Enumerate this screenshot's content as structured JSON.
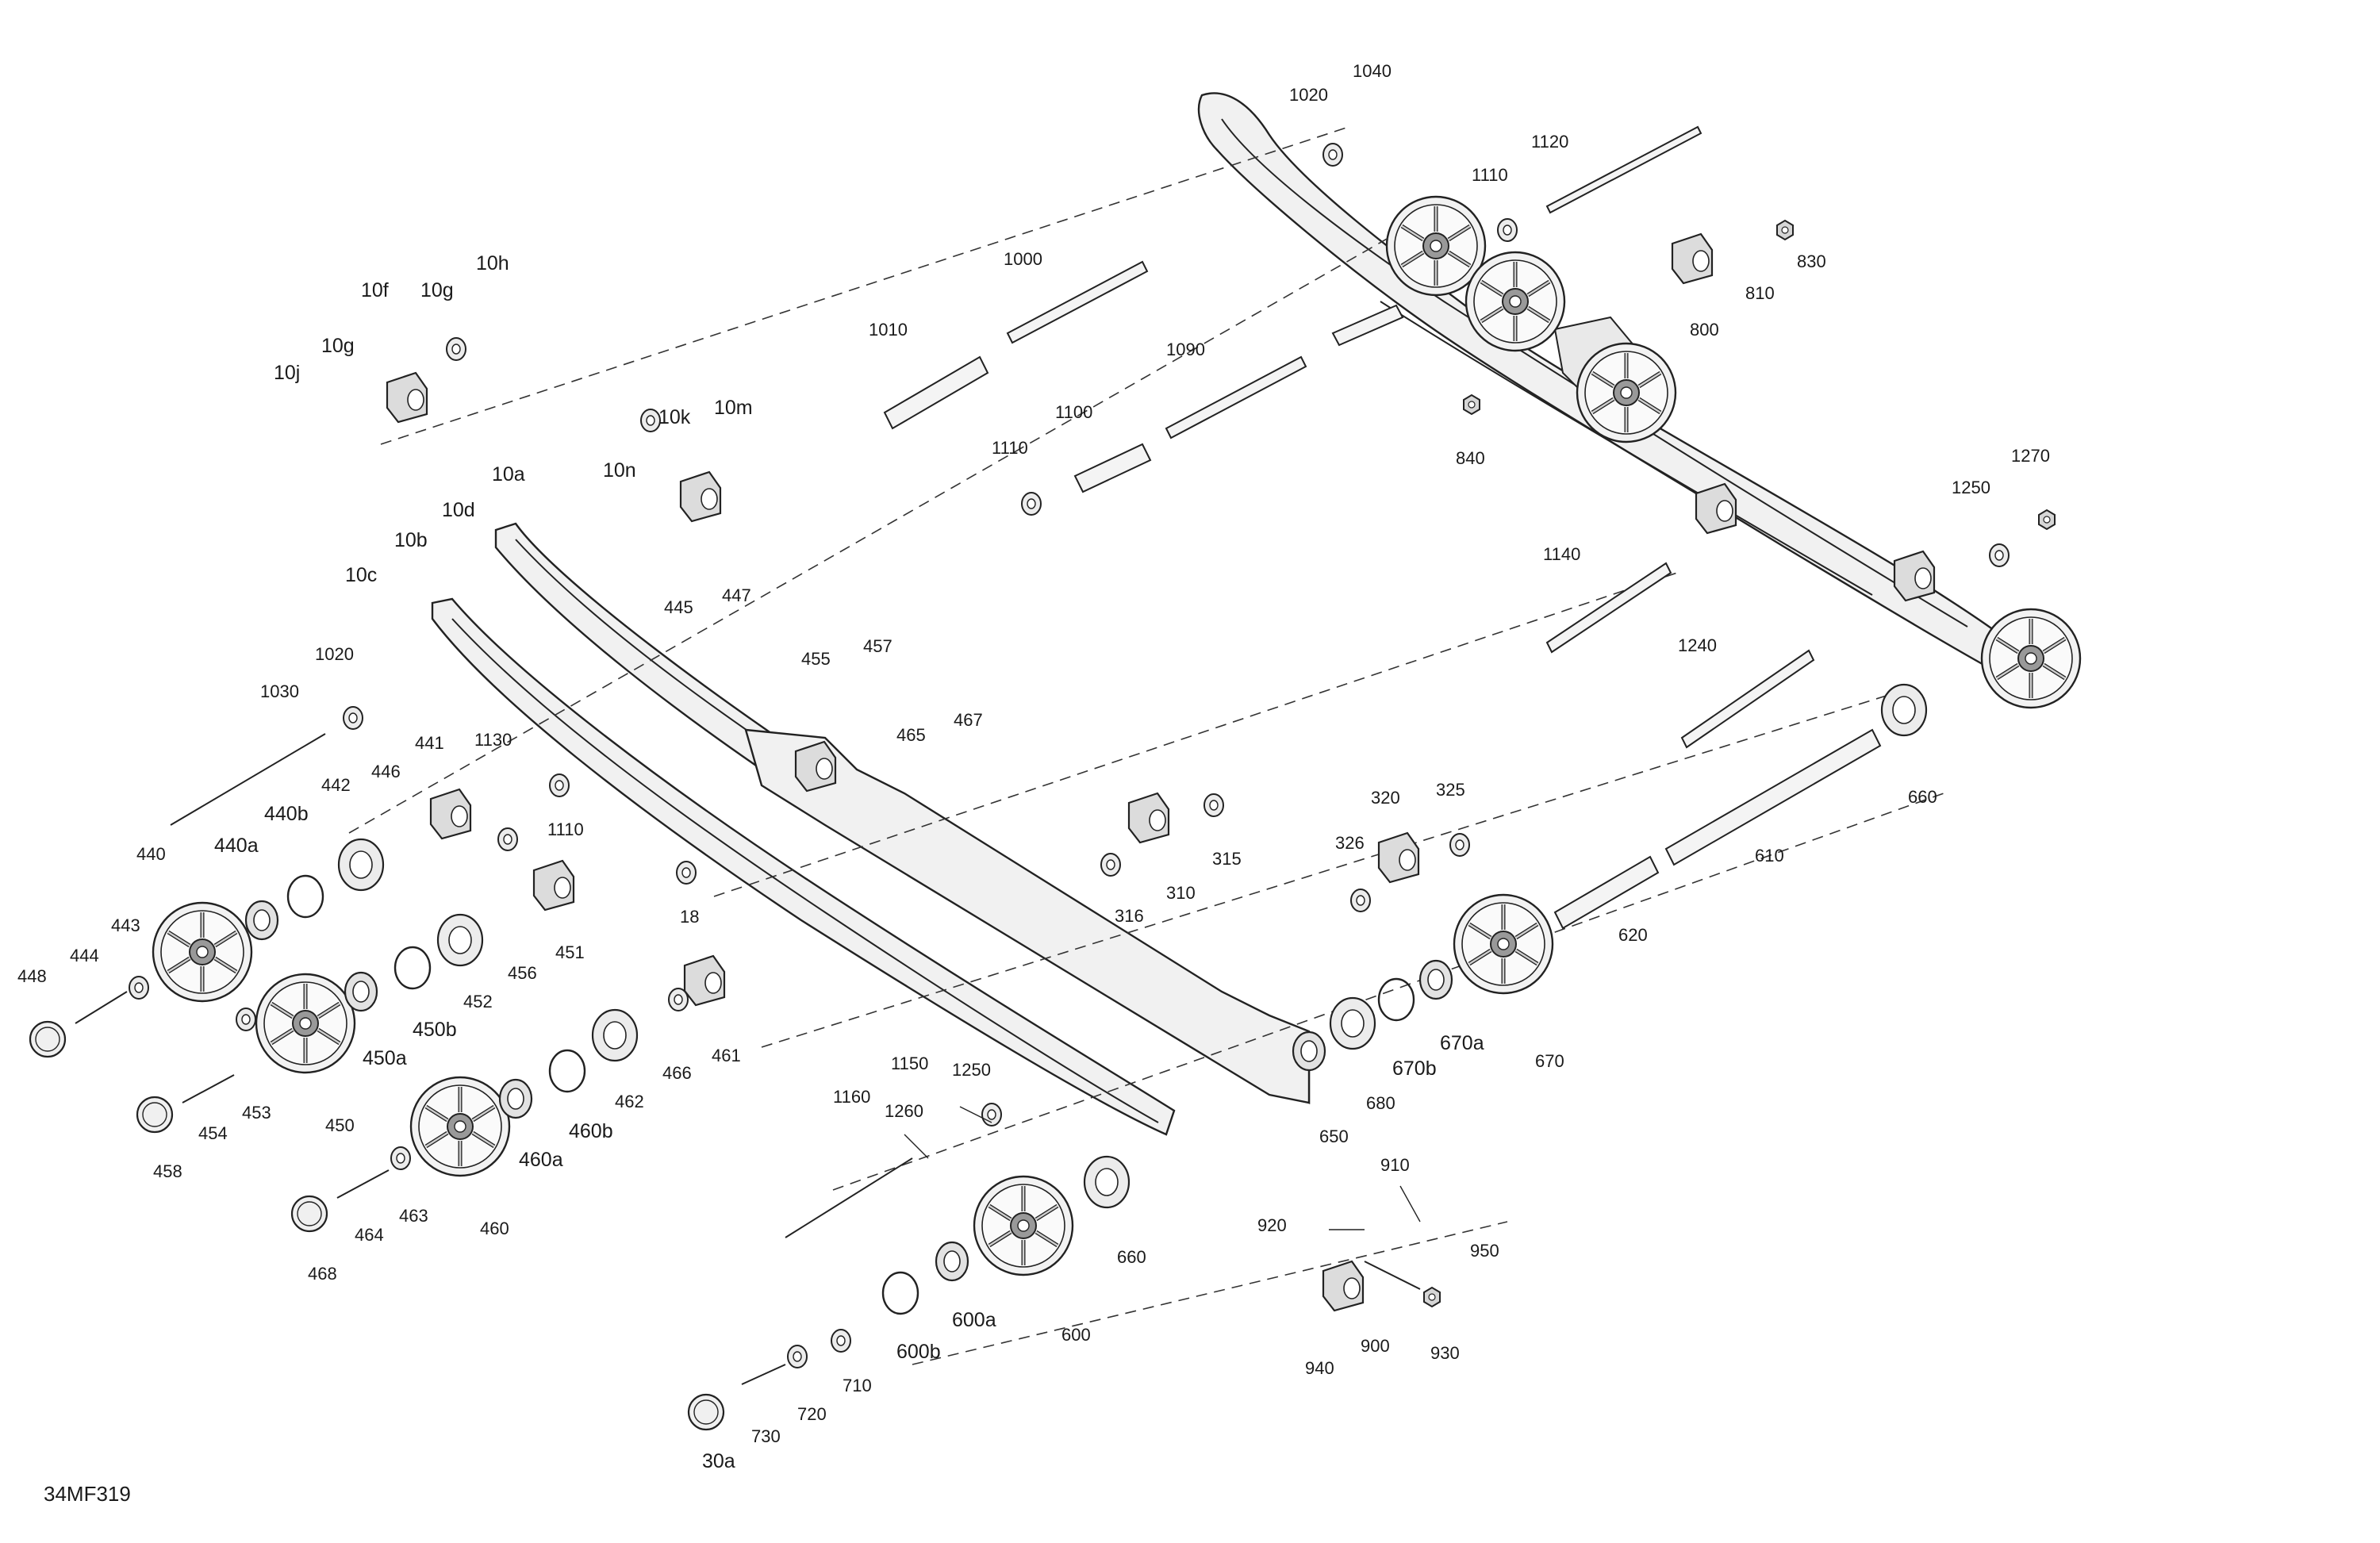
{
  "figure_id": "34MF319",
  "callouts": {
    "c1040": "1040",
    "c1020a": "1020",
    "c1120": "1120",
    "c1110a": "1110",
    "c830": "830",
    "c810": "810",
    "c800": "800",
    "c840": "840",
    "c1000": "1000",
    "c1010": "1010",
    "c1090": "1090",
    "c1100": "1100",
    "c1110b": "1110",
    "c1270": "1270",
    "c1250a": "1250",
    "c10h": "10h",
    "c10f": "10f",
    "c10g1": "10g",
    "c10g2": "10g",
    "c10j": "10j",
    "c10k": "10k",
    "c10m": "10m",
    "c10n": "10n",
    "c10a": "10a",
    "c10d": "10d",
    "c10b": "10b",
    "c10c": "10c",
    "c1020b": "1020",
    "c1030": "1030",
    "c445": "445",
    "c447": "447",
    "c455": "455",
    "c457": "457",
    "c465": "465",
    "c467": "467",
    "c1140": "1140",
    "c1240": "1240",
    "c660a": "660",
    "c441": "441",
    "c1130": "1130",
    "c446": "446",
    "c442": "442",
    "c440b": "440b",
    "c440a": "440a",
    "c440": "440",
    "c1110c": "1110",
    "c18": "18",
    "c320": "320",
    "c325": "325",
    "c326": "326",
    "c315": "315",
    "c310": "310",
    "c316": "316",
    "c610": "610",
    "c620": "620",
    "c443": "443",
    "c444": "444",
    "c448": "448",
    "c451": "451",
    "c456": "456",
    "c452": "452",
    "c450b": "450b",
    "c450a": "450a",
    "c450": "450",
    "c453": "453",
    "c454": "454",
    "c458": "458",
    "c461": "461",
    "c466": "466",
    "c462": "462",
    "c460b": "460b",
    "c460a": "460a",
    "c460": "460",
    "c463": "463",
    "c464": "464",
    "c468": "468",
    "c1150": "1150",
    "c1160": "1160",
    "c1250b": "1250",
    "c1260": "1260",
    "c650": "650",
    "c680": "680",
    "c670b": "670b",
    "c670a": "670a",
    "c670": "670",
    "c660b": "660",
    "c600": "600",
    "c600a": "600a",
    "c600b": "600b",
    "c710": "710",
    "c720": "720",
    "c730": "730",
    "c30a": "30a",
    "c910": "910",
    "c920": "920",
    "c950": "950",
    "c900": "900",
    "c930": "930",
    "c940": "940"
  }
}
